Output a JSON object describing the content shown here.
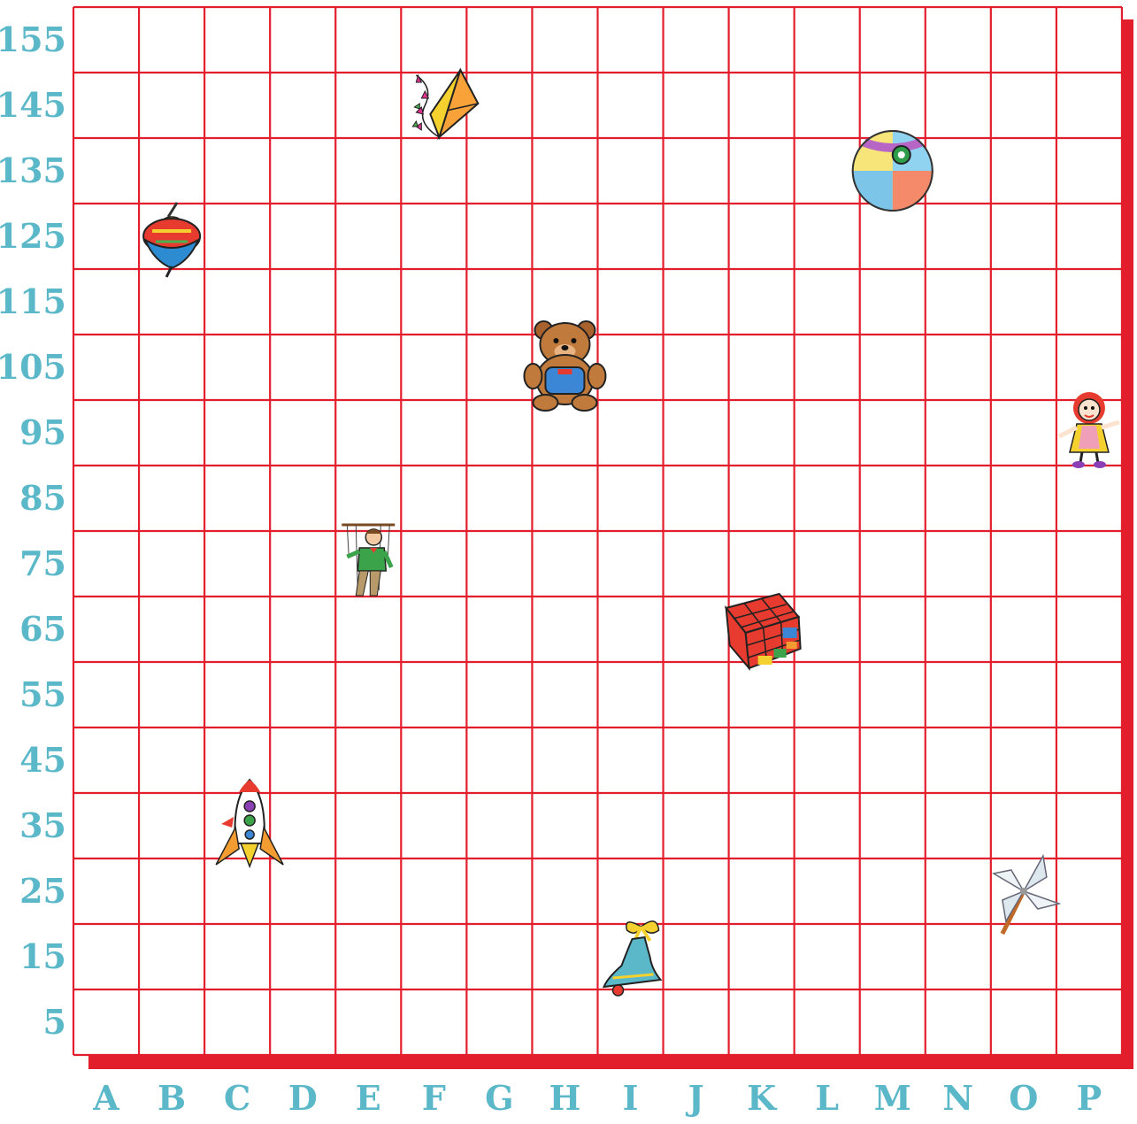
{
  "colors": {
    "grid": "#E31E2C",
    "label": "#5BB8C9",
    "background": "#FFFFFF"
  },
  "row_labels": [
    "155",
    "145",
    "135",
    "125",
    "115",
    "105",
    "95",
    "85",
    "75",
    "65",
    "55",
    "45",
    "35",
    "25",
    "15",
    "5"
  ],
  "col_labels": [
    "A",
    "B",
    "C",
    "D",
    "E",
    "F",
    "G",
    "H",
    "I",
    "J",
    "K",
    "L",
    "M",
    "N",
    "O",
    "P"
  ],
  "toys": [
    {
      "name": "spinning-top",
      "icon": "spinning-top-icon",
      "col": "B",
      "row": "125"
    },
    {
      "name": "kite",
      "icon": "kite-icon",
      "col": "F",
      "row": "145"
    },
    {
      "name": "beach-ball",
      "icon": "beach-ball-icon",
      "col": "M",
      "row": "135"
    },
    {
      "name": "teddy-bear",
      "icon": "teddy-bear-icon",
      "col": "H",
      "row": "105"
    },
    {
      "name": "rag-doll",
      "icon": "rag-doll-icon",
      "col": "P",
      "row": "95"
    },
    {
      "name": "puppet",
      "icon": "puppet-icon",
      "col": "E",
      "row": "75"
    },
    {
      "name": "rubiks-cube",
      "icon": "rubiks-cube-icon",
      "col": "K",
      "row": "65"
    },
    {
      "name": "rocket",
      "icon": "rocket-icon",
      "col": "C",
      "row": "35"
    },
    {
      "name": "pinwheel",
      "icon": "pinwheel-icon",
      "col": "O",
      "row": "25"
    },
    {
      "name": "bell",
      "icon": "bell-icon",
      "col": "I",
      "row": "15"
    }
  ]
}
